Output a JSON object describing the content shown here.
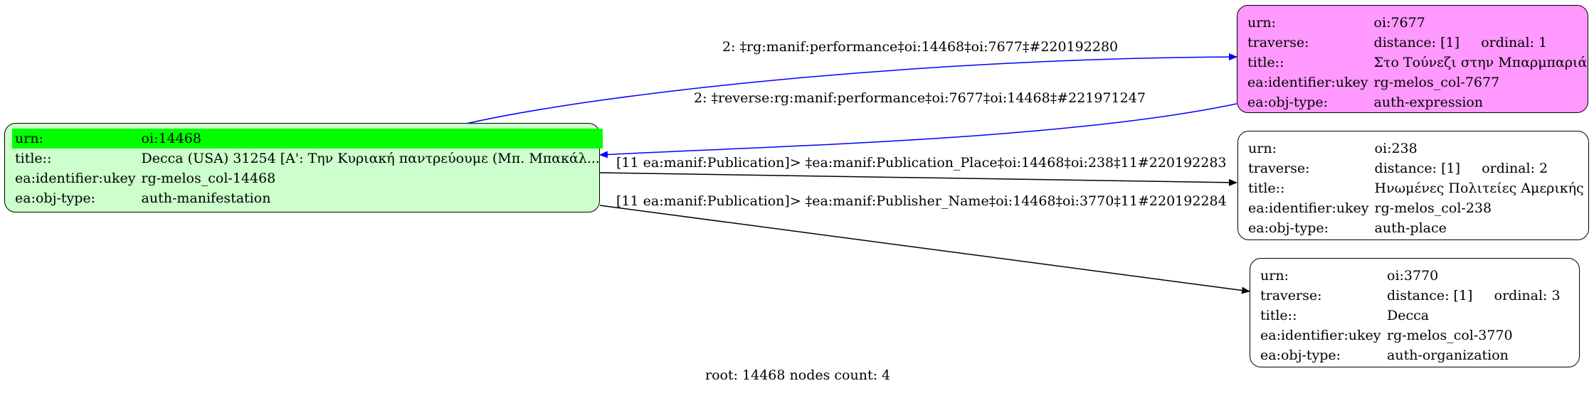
{
  "root_node": {
    "color": "#ccffcc",
    "highlight_color": "#00ff00",
    "rows": [
      {
        "k": "urn:",
        "v": "oi:14468"
      },
      {
        "k": "title::",
        "v": "Decca (USA) 31254 [A': Την Κυριακή παντρεύουμε (Μπ. Μπακάλ..."
      },
      {
        "k": "ea:identifier:ukey",
        "v": "rg-melos_col-14468"
      },
      {
        "k": "ea:obj-type:",
        "v": "auth-manifestation"
      }
    ]
  },
  "expression_node": {
    "color": "#ff99ff",
    "urn_k": "urn:",
    "urn_v": "oi:7677",
    "traverse_k": "traverse:",
    "distance": "distance: [1]",
    "ordinal": "ordinal: 1",
    "title_k": "title::",
    "title_v": "Στο Τούνεζι στην Μπαρμπαριά",
    "ukey_k": "ea:identifier:ukey",
    "ukey_v": "rg-melos_col-7677",
    "type_k": "ea:obj-type:",
    "type_v": "auth-expression"
  },
  "place_node": {
    "color": "#ffffff",
    "urn_k": "urn:",
    "urn_v": "oi:238",
    "traverse_k": "traverse:",
    "distance": "distance: [1]",
    "ordinal": "ordinal: 2",
    "title_k": "title::",
    "title_v": "Ηνωμένες Πολιτείες Αμερικής",
    "ukey_k": "ea:identifier:ukey",
    "ukey_v": "rg-melos_col-238",
    "type_k": "ea:obj-type:",
    "type_v": "auth-place"
  },
  "org_node": {
    "color": "#ffffff",
    "urn_k": "urn:",
    "urn_v": "oi:3770",
    "traverse_k": "traverse:",
    "distance": "distance: [1]",
    "ordinal": "ordinal: 3",
    "title_k": "title::",
    "title_v": "Decca",
    "ukey_k": "ea:identifier:ukey",
    "ukey_v": "rg-melos_col-3770",
    "type_k": "ea:obj-type:",
    "type_v": "auth-organization"
  },
  "edges": {
    "performance": "2: ‡rg:manif:performance‡oi:14468‡oi:7677‡#220192280",
    "reverse_performance": "2: ‡reverse:rg:manif:performance‡oi:7677‡oi:14468‡#221971247",
    "publication_place": "[11 ea:manif:Publication]> ‡ea:manif:Publication_Place‡oi:14468‡oi:238‡11#220192283",
    "publisher_name": "[11 ea:manif:Publication]> ‡ea:manif:Publisher_Name‡oi:14468‡oi:3770‡11#220192284"
  },
  "colors": {
    "blue_edge": "#0000ff",
    "black_edge": "#000000"
  },
  "footer": "root: 14468 nodes count: 4"
}
